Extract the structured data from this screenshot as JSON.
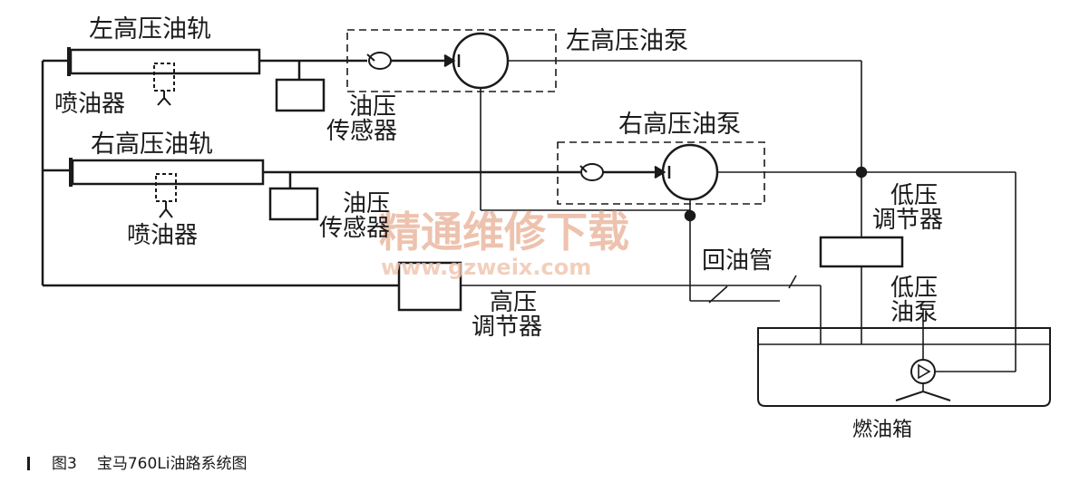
{
  "labels": {
    "left_rail": "左高压油轨",
    "right_rail": "右高压油轨",
    "injector_left": "喷油器",
    "injector_right": "喷油器",
    "left_pump": "左高压油泵",
    "right_pump": "右高压油泵",
    "sensor1_line1": "油压",
    "sensor1_line2": "传感器",
    "sensor2_line1": "油压",
    "sensor2_line2": "传感器",
    "low_reg_line1": "低压",
    "low_reg_line2": "调节器",
    "return_pipe": "回油管",
    "high_reg_line1": "高压",
    "high_reg_line2": "调节器",
    "low_pump_line1": "低压",
    "low_pump_line2": "油泵",
    "tank": "燃油箱"
  },
  "watermark": {
    "cn": "精通维修下载",
    "url": "www.gzweix.com"
  },
  "caption": {
    "figure": "图3",
    "title": "宝马760Li油路系统图"
  }
}
